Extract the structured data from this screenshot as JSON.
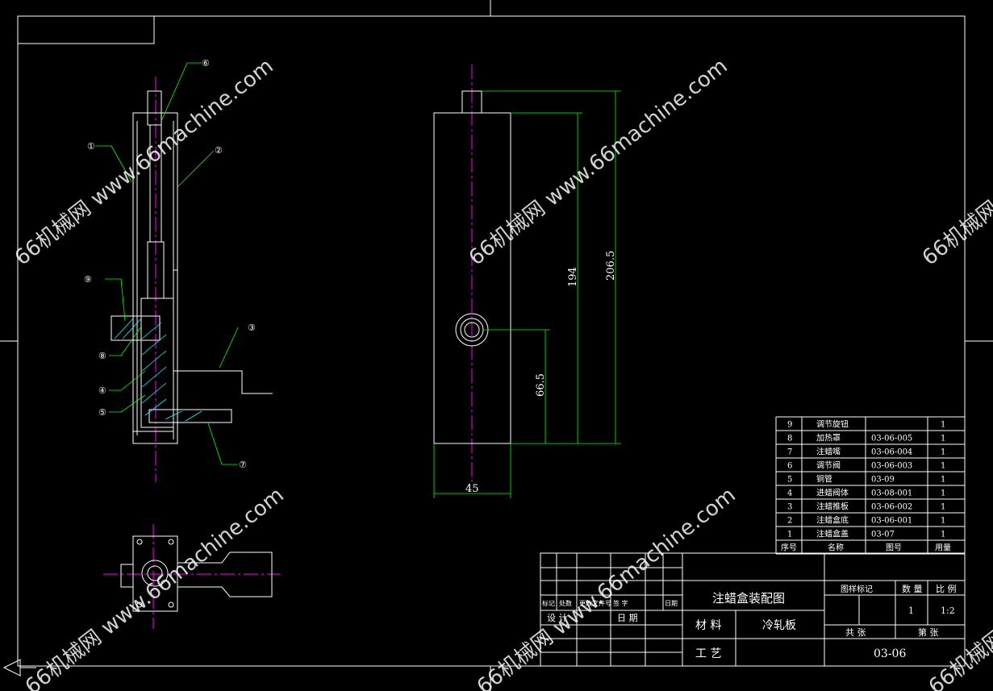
{
  "drawing": {
    "title": "注蜡盒装配图",
    "material_label": "材 料",
    "material": "冷轧板",
    "process_label": "工 艺",
    "drawing_number": "03-06",
    "header_mark": "图样标记",
    "header_qty": "数 量",
    "header_scale": "比 例",
    "qty": "1",
    "scale": "1:2",
    "sheets_total_label": "共 张",
    "sheet_no_label": "第 张",
    "rev_labels": [
      "标记",
      "处数",
      "更改文件号",
      "签 字",
      "日期"
    ],
    "design_label": "设 计",
    "date_label": "日 期"
  },
  "bom": {
    "headers": [
      "序号",
      "名称",
      "图号",
      "用量"
    ],
    "rows": [
      {
        "no": "9",
        "name": "调节旋钮",
        "code": "",
        "qty": "1"
      },
      {
        "no": "8",
        "name": "加热罩",
        "code": "03-06-005",
        "qty": "1"
      },
      {
        "no": "7",
        "name": "注蜡嘴",
        "code": "03-06-004",
        "qty": "1"
      },
      {
        "no": "6",
        "name": "调节阀",
        "code": "03-06-003",
        "qty": "1"
      },
      {
        "no": "5",
        "name": "铜管",
        "code": "03-09",
        "qty": "1"
      },
      {
        "no": "4",
        "name": "进蜡阀体",
        "code": "03-08-001",
        "qty": "1"
      },
      {
        "no": "3",
        "name": "注蜡推板",
        "code": "03-06-002",
        "qty": "1"
      },
      {
        "no": "2",
        "name": "注蜡盒底",
        "code": "03-06-001",
        "qty": "1"
      },
      {
        "no": "1",
        "name": "注蜡盒盖",
        "code": "03-07",
        "qty": "1"
      }
    ]
  },
  "dimensions": {
    "d1": "194",
    "d2": "206.5",
    "d3": "66.5",
    "d4": "45"
  },
  "balloons": [
    "①",
    "②",
    "③",
    "④",
    "⑤",
    "⑥",
    "⑦",
    "⑧",
    "⑨"
  ],
  "watermark": "66机械网 www.66machine.com",
  "colors": {
    "line": "#ffffff",
    "leader": "#00ff00",
    "center": "#ff00ff",
    "hatch": "#00ffff",
    "bg": "#000000"
  }
}
